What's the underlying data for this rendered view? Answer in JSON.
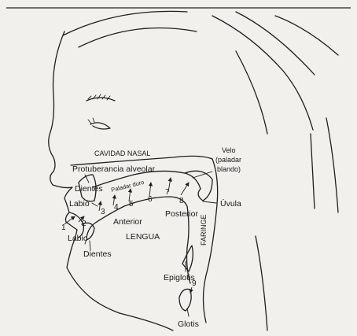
{
  "labels": {
    "cavidad_nasal": "CAVIDAD NASAL",
    "protuberancia": "Protuberancia alveolar",
    "paladar_duro": "Paladar duro",
    "velo_1": "Velo",
    "velo_2": "(paladar",
    "velo_3": "blando)",
    "uvula": "Úvula",
    "dientes_upper": "Dientes",
    "labio_upper": "Labio",
    "anterior": "Anterior",
    "posterior": "Posterior",
    "lengua": "LENGUA",
    "faringe": "FARINGE",
    "labio_lower": "Labio",
    "dientes_lower": "Dientes",
    "epiglotis": "Epiglotis",
    "glotis": "Glotis"
  },
  "numbers": [
    "1",
    "2",
    "3",
    "4",
    "5",
    "6",
    "7",
    "8",
    "9"
  ]
}
